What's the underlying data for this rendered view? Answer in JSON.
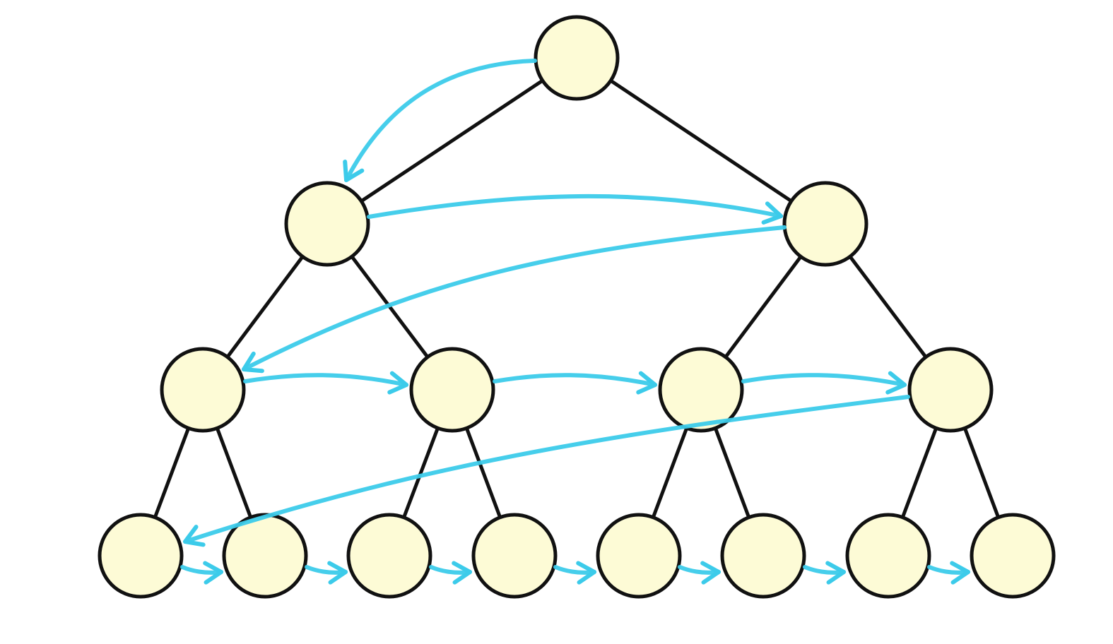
{
  "diagram": {
    "kind": "binary-tree-level-order-traversal",
    "levels": 4,
    "node_count": 15,
    "nodes": [
      {
        "id": "n0",
        "level": 0
      },
      {
        "id": "n1",
        "level": 1
      },
      {
        "id": "n2",
        "level": 1
      },
      {
        "id": "n3",
        "level": 2
      },
      {
        "id": "n4",
        "level": 2
      },
      {
        "id": "n5",
        "level": 2
      },
      {
        "id": "n6",
        "level": 2
      },
      {
        "id": "n7",
        "level": 3
      },
      {
        "id": "n8",
        "level": 3
      },
      {
        "id": "n9",
        "level": 3
      },
      {
        "id": "n10",
        "level": 3
      },
      {
        "id": "n11",
        "level": 3
      },
      {
        "id": "n12",
        "level": 3
      },
      {
        "id": "n13",
        "level": 3
      },
      {
        "id": "n14",
        "level": 3
      }
    ],
    "tree_edges": [
      [
        "n0",
        "n1"
      ],
      [
        "n0",
        "n2"
      ],
      [
        "n1",
        "n3"
      ],
      [
        "n1",
        "n4"
      ],
      [
        "n2",
        "n5"
      ],
      [
        "n2",
        "n6"
      ],
      [
        "n3",
        "n7"
      ],
      [
        "n3",
        "n8"
      ],
      [
        "n4",
        "n9"
      ],
      [
        "n4",
        "n10"
      ],
      [
        "n5",
        "n11"
      ],
      [
        "n5",
        "n12"
      ],
      [
        "n6",
        "n13"
      ],
      [
        "n6",
        "n14"
      ]
    ],
    "traversal_order": [
      "n0",
      "n1",
      "n2",
      "n3",
      "n4",
      "n5",
      "n6",
      "n7",
      "n8",
      "n9",
      "n10",
      "n11",
      "n12",
      "n13",
      "n14"
    ],
    "colors": {
      "node_fill": "#fdfbd6",
      "node_stroke": "#111111",
      "edge": "#111111",
      "traversal_arrow": "#3ccbea",
      "background": "#ffffff"
    }
  }
}
